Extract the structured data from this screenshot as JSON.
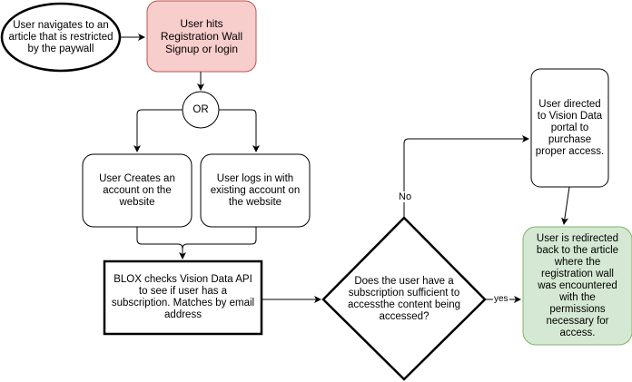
{
  "nodes": {
    "start": "User navigates to an\narticle that is restricted\nby the paywall",
    "registration_wall": "User hits\nRegistration Wall\nSignup or login",
    "or_gate": "OR",
    "create_account": "User Creates an\naccount on the\nwebsite",
    "login": "User logs in with\nexisting  account on\nthe website",
    "blox_check": "BLOX checks Vision Data API\nto see if user has a\nsubscription. Matches by email\naddress",
    "decision": "Does the user have a\nsubscription sufficient to\naccessthe content being\naccessed?",
    "vision_portal": "User directed\nto Vision Data\nportal to\npurchase\nproper access.",
    "redirect": "User is redirected\nback to the article\nwhere the\nregistration wall\nwas encountered\nwith the\npermissions\nnecessary for\naccess."
  },
  "edge_labels": {
    "no": "No",
    "yes": "yes"
  },
  "colors": {
    "registration_fill": "#f8cecc",
    "registration_stroke": "#b85450",
    "redirect_fill": "#d5e8d4",
    "redirect_stroke": "#82b366",
    "default_stroke": "#000000"
  }
}
